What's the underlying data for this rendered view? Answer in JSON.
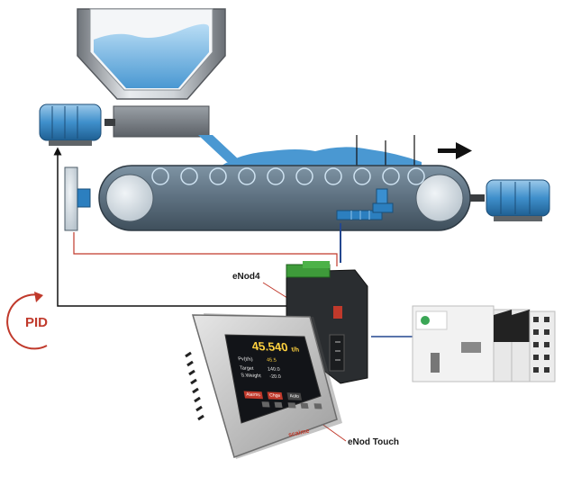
{
  "labels": {
    "enod4": "eNod4",
    "enod_touch": "eNod Touch",
    "pid": "PID"
  },
  "screen": {
    "main_value": "45.540",
    "main_unit": "t/h",
    "rows": [
      {
        "name": "Pv(t/h)",
        "value": "45.5"
      },
      {
        "name": "Target",
        "value": "140.0"
      },
      {
        "name": "S.Weight",
        "value": "-20.0"
      }
    ],
    "buttons": [
      "Alarms",
      "Chge",
      "Auto"
    ],
    "brand": "scaime"
  },
  "colors": {
    "material": "#4a98d2",
    "belt": "#5a6e7e",
    "signal_red": "#c0392b",
    "signal_blue": "#24478f",
    "control_line": "#111111",
    "pid_red": "#c0392b"
  }
}
